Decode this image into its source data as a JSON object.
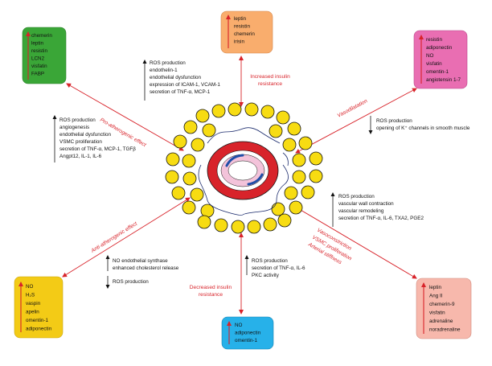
{
  "colors": {
    "red": "#d8232a",
    "adipocyte": "#f7dc12",
    "green": "#3aa637",
    "orange": "#f9ad6d",
    "pink": "#e96eb2",
    "yellow_box": "#f3cb16",
    "blue_box": "#27b1e9",
    "salmon_box": "#f7b8ac"
  },
  "boxes": {
    "top_left": [
      "chemerin",
      "leptin",
      "resistin",
      "LCN2",
      "visfatin",
      "FABP"
    ],
    "top_center": [
      "leptin",
      "resistin",
      "chemerin",
      "irisin"
    ],
    "top_right": [
      "resistin",
      "adiponectin",
      "NO",
      "visfatin",
      "omentin-1",
      "angiotensin 1-7"
    ],
    "bottom_left": [
      "NO",
      "H₂S",
      "vaspin",
      "apelin",
      "omentin-1",
      "adiponectin"
    ],
    "bottom_center": [
      "NO",
      "adiponectin",
      "omentin-1"
    ],
    "bottom_right": [
      "leptin",
      "Ang II",
      "chemerin-9",
      "visfatin",
      "adrenaline",
      "noradrenaline"
    ]
  },
  "effects": {
    "top_center": [
      "ROS production",
      "endothelin-1",
      "endothelial dysfunction",
      "expression of ICAM-1, VCAM-1",
      "secretion of TNF-α, MCP-1"
    ],
    "left_upper": [
      "ROS production",
      "angiogenesis",
      "endothelial dysfunction",
      "VSMC proliferation",
      "secretion of TNF-α, MCP-1, TGFβ",
      "Angpt12, IL-1, IL-6"
    ],
    "right_upper": [
      "ROS production",
      "opening of K⁺ channels in smooth muscle"
    ],
    "right_lower": [
      "ROS production",
      "vascular wall contraction",
      "vascular remodeling",
      "secretion of TNF-α, IL-6, TXA2, PGE2"
    ],
    "left_lower_up": [
      "NO endothelial synthase",
      "enhanced cholesterol release"
    ],
    "left_lower_down": [
      "ROS production"
    ],
    "bottom_center": [
      "ROS production",
      "secretion of TNF-α, IL-6",
      "PKC activity"
    ]
  },
  "labels": {
    "pro_atherogenic": "Pro-atherogenic effect",
    "increased_insulin": [
      "Increased insulin",
      "resistance"
    ],
    "vasodilatation": "Vasodilatation",
    "anti_atherogenic": "Anti-atherogenic effect",
    "decreased_insulin": [
      "Decreased insulin",
      "resistance"
    ],
    "vasoconstriction": [
      "Vasoconstriction",
      "VSMC proliferation",
      "Arterial stiffness"
    ]
  }
}
